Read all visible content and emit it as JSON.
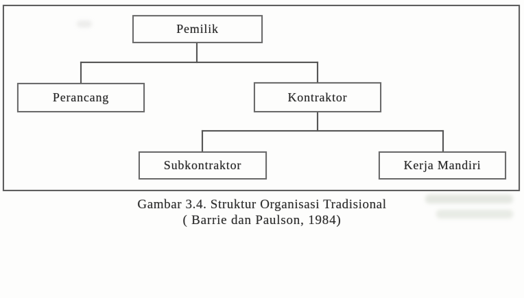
{
  "diagram": {
    "type": "org-chart",
    "nodes": [
      {
        "id": "pemilik",
        "label": "Pemilik",
        "level": 1
      },
      {
        "id": "perancang",
        "label": "Perancang",
        "level": 2
      },
      {
        "id": "kontraktor",
        "label": "Kontraktor",
        "level": 2
      },
      {
        "id": "subkontraktor",
        "label": "Subkontraktor",
        "level": 3
      },
      {
        "id": "kerja-mandiri",
        "label": "Kerja Mandiri",
        "level": 3
      }
    ],
    "edges": [
      {
        "from": "Pemilik",
        "to": "Perancang"
      },
      {
        "from": "Pemilik",
        "to": "Kontraktor"
      },
      {
        "from": "Kontraktor",
        "to": "Subkontraktor"
      },
      {
        "from": "Kontraktor",
        "to": "Kerja Mandiri"
      }
    ],
    "colors": {
      "line": "#565656",
      "box_border": "#6b6b6b",
      "text": "#262626",
      "background": "#fdfdfc"
    }
  },
  "caption": {
    "line1": "Gambar 3.4. Struktur Organisasi Tradisional",
    "line2": "( Barrie dan Paulson, 1984)"
  }
}
